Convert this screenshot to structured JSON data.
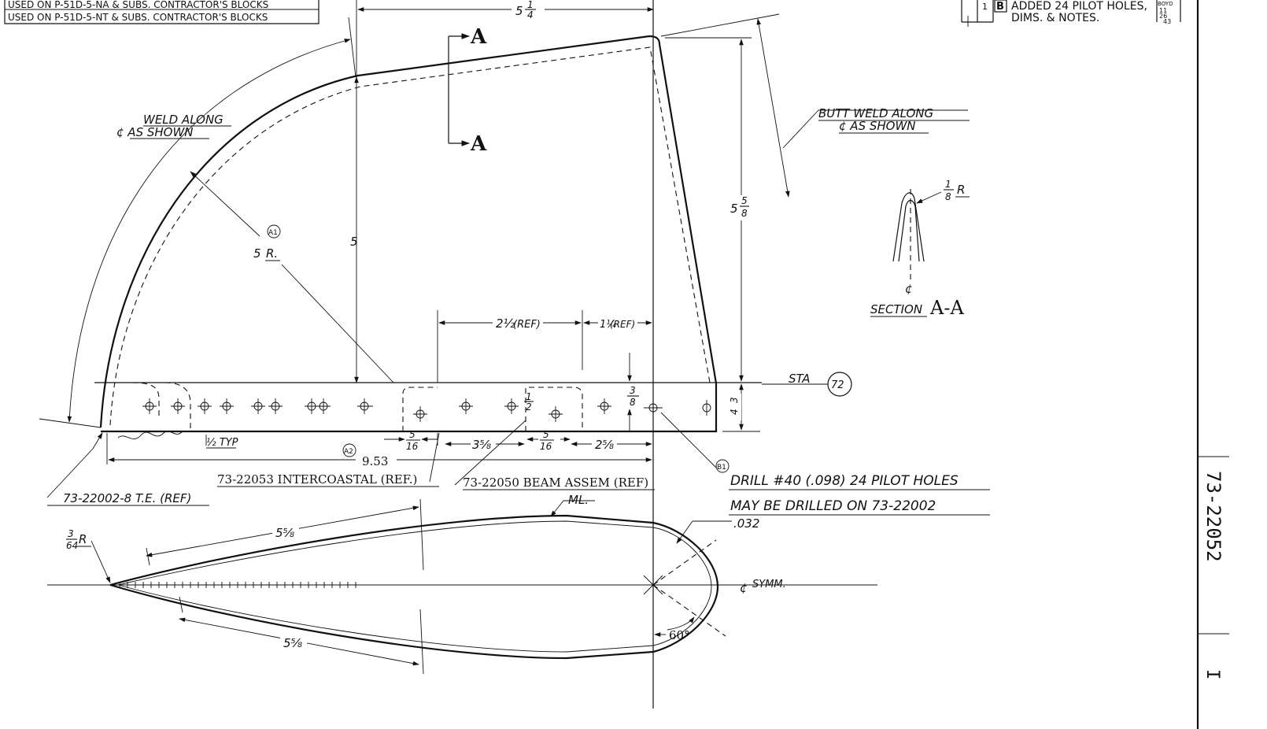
{
  "title_block": {
    "used_on_line_1": "USED ON P-51D-5-NA & SUBS. CONTRACTOR'S BLOCKS",
    "used_on_line_2": "USED ON P-51D-5-NT & SUBS. CONTRACTOR'S BLOCKS"
  },
  "revision": {
    "number": "1",
    "letter": "B",
    "description_1": "ADDED 24 PILOT HOLES,",
    "description_2": "DIMS. & NOTES.",
    "by": "BOYD",
    "date_1": "11",
    "date_2": "26",
    "date_3": "43"
  },
  "side_strip": {
    "drawing_number": "73-22052",
    "sheet_mark": "I"
  },
  "section_marks": {
    "letter_top": "A",
    "letter_bottom": "A"
  },
  "dimensions": {
    "top_width": "5",
    "top_width_frac_num": "1",
    "top_width_frac_den": "4",
    "height_center": "5",
    "right_height": "5",
    "right_height_frac_num": "5",
    "right_height_frac_den": "8",
    "strip_height_num": "3",
    "strip_height_den": "4",
    "radius_label": "5",
    "radius_suffix": "R.",
    "radius_flag": "A1",
    "flag_a2": "A2",
    "flag_b1": "B1",
    "ref_2_half": "2½",
    "ref_2_half_suffix": "(REF)",
    "ref_1_quarter": "1¼",
    "ref_1_quarter_suffix": "(REF)",
    "hole_offset_num": "3",
    "hole_offset_den": "8",
    "hole_small_num": "1",
    "hole_small_den": "2",
    "spacing_a_num": "5",
    "spacing_a_den": "16",
    "spacing_b": "3⅝",
    "spacing_c_num": "5",
    "spacing_c_den": "16",
    "spacing_d": "2⅝",
    "typ_label": "½ TYP",
    "overall_length": "9.53",
    "upper_chord_dim": "5⅝",
    "lower_chord_dim": "5⅝",
    "nose_radius_num": "3",
    "nose_radius_den": "64",
    "nose_radius_suffix": "R",
    "thickness": ".032",
    "angle": "60°"
  },
  "notes": {
    "weld_line_1": "WELD ALONG",
    "weld_line_2": "¢ AS SHOWN",
    "butt_weld_line_1": "BUTT WELD ALONG",
    "butt_weld_line_2": "¢ AS SHOWN",
    "station_label": "STA",
    "station_number": "72",
    "intercoastal_ref": "73-22053 INTERCOASTAL (REF.)",
    "beam_ref": "73-22050 BEAM ASSEM (REF)",
    "te_ref": "73-22002-8 T.E. (REF)",
    "drill_note": "DRILL #40 (.098) 24 PILOT HOLES",
    "drill_note_2": "MAY BE DRILLED ON 73-22002",
    "ml_label": "ML.",
    "symm_label": "SYMM.",
    "centerline_symbol": "¢"
  },
  "section_view": {
    "title": "SECTION",
    "letters": "A-A",
    "radius_num": "1",
    "radius_den": "8",
    "radius_suffix": "R",
    "centerline_symbol": "¢"
  }
}
